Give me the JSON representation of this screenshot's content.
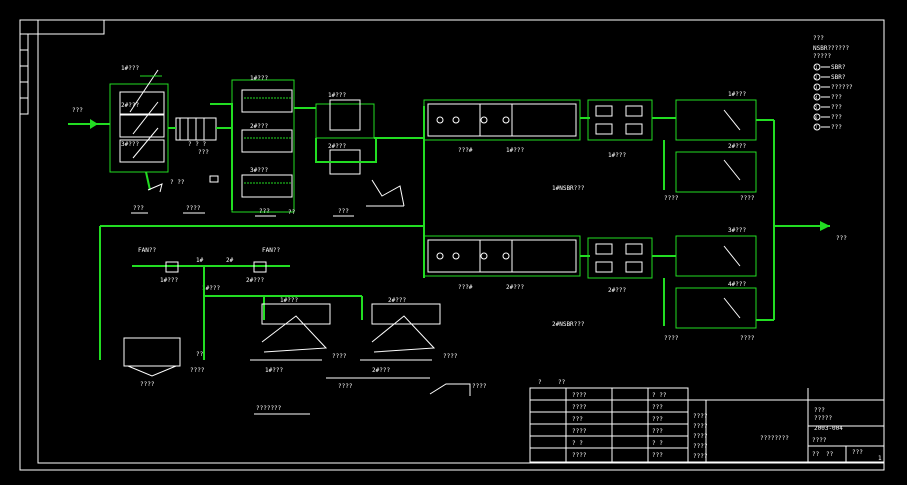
{
  "colors": {
    "background": "#000000",
    "frame": "#ffffff",
    "pipe": "#22dd22",
    "text": "#ffffff"
  },
  "legend": {
    "title": "???",
    "subtitle": "NSBR??????",
    "line2": "?????",
    "items": [
      {
        "num": "1",
        "text": "SBR?"
      },
      {
        "num": "2",
        "text": "SBR?"
      },
      {
        "num": "3",
        "text": "??????"
      },
      {
        "num": "4",
        "text": "???"
      },
      {
        "num": "5",
        "text": "???"
      },
      {
        "num": "6",
        "text": "???"
      },
      {
        "num": "7",
        "text": "???"
      }
    ]
  },
  "labels": {
    "inflow": "???",
    "screen_1": "1#???",
    "screen_2": "2#???",
    "screen_3": "3#???",
    "screen_caption": "???",
    "grit_caption": "????",
    "grit_sub": "? ? ?",
    "grit_sub2": "???",
    "screen_pump": "? ??",
    "fine_1": "1#???",
    "fine_2": "2#???",
    "fine_3": "3#???",
    "fine_caption": "???",
    "fine_sub": "??",
    "aer_1": "1#???",
    "aer_2": "2#???",
    "aer_caption": "???",
    "nsbr_top": "1#NSBR???",
    "nsbr_bottom": "2#NSBR???",
    "nsbr_t1": "???#",
    "nsbr_t2": "1#???",
    "nsbr_t3": "???#",
    "nsbr_t4": "2#???",
    "blower_1": "1#???",
    "blower_2": "2#???",
    "sbr_top": "1#???",
    "sbr_top2": "2#???",
    "sbr_top3": "3#???",
    "sbr_top4": "4#???",
    "sbr_q1": "????",
    "sbr_q2": "????",
    "sbr_q3": "????",
    "sbr_q4": "????",
    "sbr_q5": "????",
    "sbr_q6": "????",
    "fan_1": "FAN??",
    "fan_2": "FAN??",
    "fan_sub_1": "1#???",
    "fan_sub_2": "2#???",
    "fan_sub_3": "1#???",
    "fan_sub_4": "2#???",
    "fan_lab_1": "1#",
    "fan_lab_2": "2#",
    "belt_1": "1#???",
    "belt_2": "2#???",
    "press_1": "1#???",
    "press_2": "2#???",
    "belt_q1": "????",
    "belt_q2": "????",
    "belt_q3": "????",
    "sludge_caption": "???????",
    "sludge_tank": "????",
    "sludge_pump": "??",
    "sludge_pump_sub": "????",
    "conveyor": "????",
    "outflow": "???"
  },
  "title_block": {
    "header_1": "?",
    "header_2": "??",
    "rows": [
      {
        "a": "????",
        "b": "? ??"
      },
      {
        "a": "????",
        "b": "???"
      },
      {
        "a": "???",
        "b": "???"
      },
      {
        "a": "????",
        "b": "???"
      },
      {
        "a": "? ?",
        "b": "? ?"
      },
      {
        "a": "????",
        "b": "???"
      }
    ],
    "drawing_title": "????????",
    "cell_1": "???",
    "cell_2": "?????",
    "cell_3": "????",
    "cell_4": "????",
    "cell_5": "????",
    "cell_6": "????",
    "drawing_no": "2003-004",
    "scale_label": "??",
    "sheet_label": "???",
    "sheet_no": "??",
    "ref_1": "????",
    "ref_2": "????",
    "ref_3": "????",
    "ref_4": "????",
    "ref_5": "????",
    "ref_6": "????",
    "ver": "1",
    "ver_label": "????",
    "ver_2": "???",
    "ver_3": "?"
  }
}
